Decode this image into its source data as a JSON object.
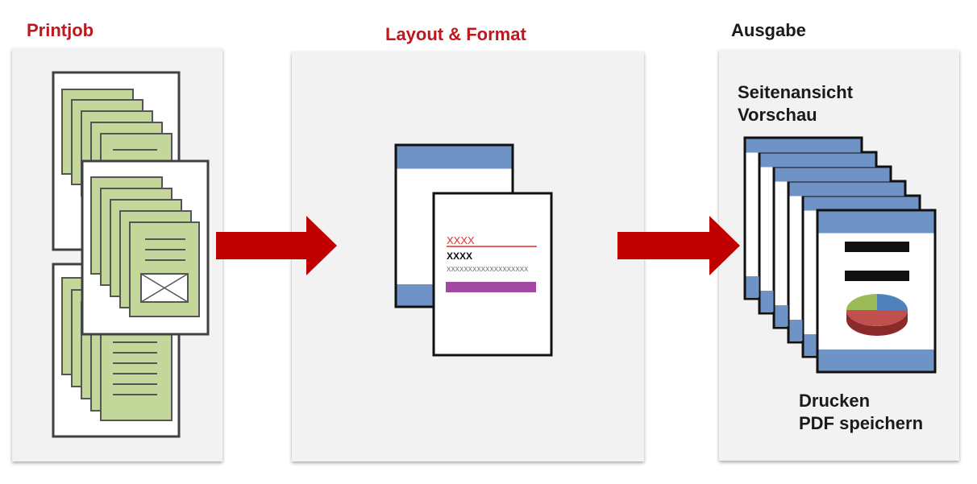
{
  "stages": [
    {
      "title": "Printjob",
      "color": "#c0171d"
    },
    {
      "title": "Layout & Format",
      "color": "#c0171d"
    },
    {
      "title": "Ausgabe",
      "color": "#1a1a1a"
    }
  ],
  "layout_doc": {
    "line1": "XXXX",
    "line2": "XXXX",
    "line3": "XXXXXXXXXXXXXXXXXXX"
  },
  "output": {
    "preview_line1": "Seitenansicht",
    "preview_line2": "Vorschau",
    "action_line1": "Drucken",
    "action_line2": "PDF speichern"
  },
  "colors": {
    "arrow": "#c00000",
    "page_green": "#c4d79b",
    "header_blue": "#6f93c4",
    "accent_purple": "#a349a4",
    "text_red": "#e03030"
  }
}
